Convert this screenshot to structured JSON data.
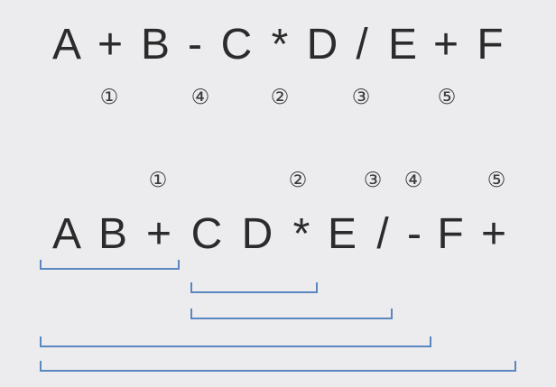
{
  "infix": {
    "tokens": [
      "A",
      "+",
      "B",
      "-",
      "C",
      "*",
      "D",
      "/",
      "E",
      "+",
      "F"
    ],
    "order_marks": [
      "①",
      "④",
      "②",
      "③",
      "⑤"
    ]
  },
  "postfix": {
    "order_marks": [
      "①",
      "②",
      "③",
      "④",
      "⑤"
    ],
    "tokens": [
      "A",
      "B",
      "+",
      "C",
      "D",
      "*",
      "E",
      "/",
      "-",
      "F",
      "+"
    ]
  },
  "brackets": [
    {
      "from": "A",
      "to": "+",
      "covers": "A B +"
    },
    {
      "from": "C",
      "to": "*",
      "covers": "C D *"
    },
    {
      "from": "C",
      "to": "/",
      "covers": "C D * E /"
    },
    {
      "from": "A",
      "to": "-",
      "covers": "A B + C D * E / -"
    },
    {
      "from": "A",
      "to": "+",
      "covers": "A B + C D * E / - F +"
    }
  ],
  "colors": {
    "background": "#ecebed",
    "text": "#2b2b2b",
    "bracket": "#5b87c1"
  }
}
